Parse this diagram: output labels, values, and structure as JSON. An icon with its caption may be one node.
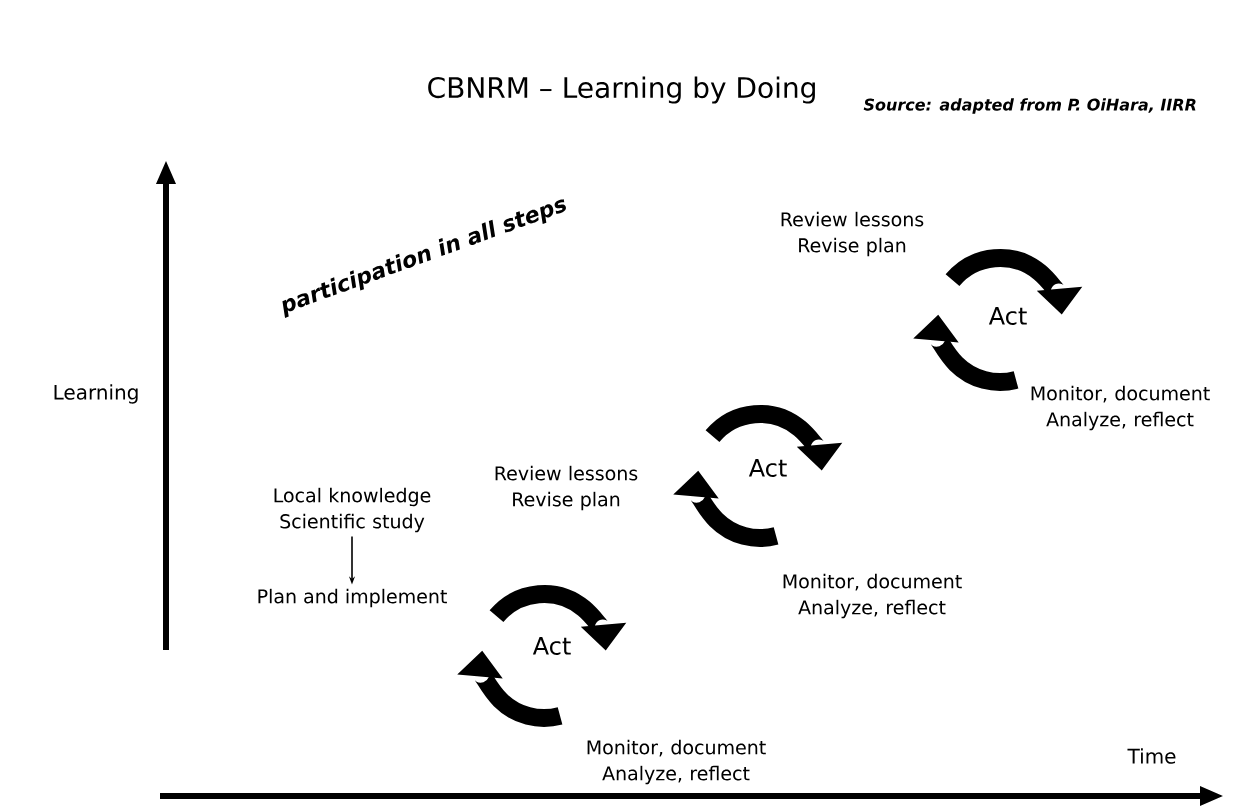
{
  "diagram": {
    "title": "CBNRM – Learning by Doing",
    "nodes": [
      {
        "text": [
          "Local knowledge Scientific study"
        ]
      },
      {
        "text": [
          "Plan and implement"
        ]
      }
    ],
    "edges": [
      {
        "from": 0,
        "to": 1,
        "arrow": "to"
      }
    ],
    "labels": [
      "Source: adapted from P. OiHara, IIRR",
      "Review lessons Revise plan",
      "participation in all steps",
      "Act",
      "Learning",
      "Monitor, document Analyze, reflect",
      "Review lessons Revise plan",
      "Act",
      "Monitor, document Analyze, reflect",
      "Act",
      "Time",
      "Monitor, document Analyze, reflect"
    ]
  }
}
